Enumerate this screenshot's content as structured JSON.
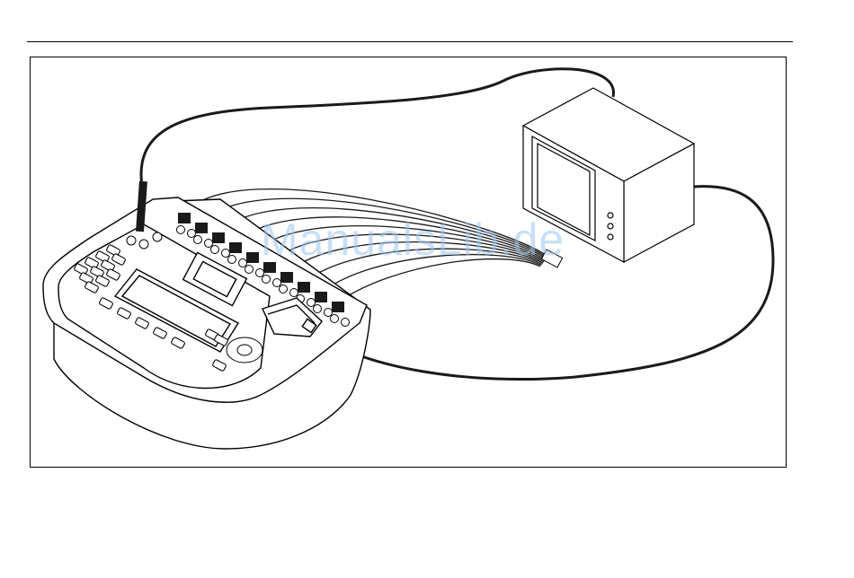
{
  "watermark": {
    "text": "ManualsLib.de",
    "color": "#9ec5ee"
  },
  "colors": {
    "line": "#000000",
    "cable": "#1a1a1a",
    "background": "#ffffff"
  },
  "diagram": {
    "nodes": [
      {
        "name": "electrical-safety-analyzer"
      },
      {
        "name": "monitor"
      }
    ],
    "edges": [
      {
        "from": "electrical-safety-analyzer",
        "to": "monitor",
        "kind": "test-lead-cable"
      },
      {
        "from": "electrical-safety-analyzer",
        "to": "monitor",
        "kind": "ecg-lead-bundle"
      },
      {
        "from": "electrical-safety-analyzer",
        "to": "monitor",
        "kind": "power-cord"
      }
    ],
    "ecg_lead_count": 10
  }
}
